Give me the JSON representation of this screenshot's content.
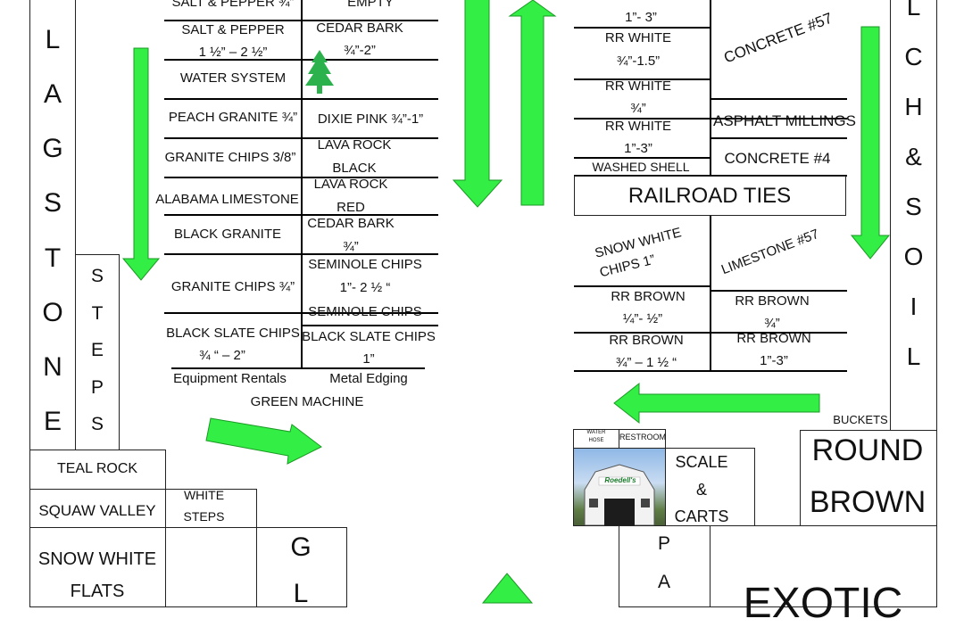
{
  "colors": {
    "arrow_fill": "#33ee44",
    "arrow_stroke": "#1a9a24",
    "tree": "#2bb24c"
  },
  "left_bins": {
    "r0_left": "SALT & PEPPER ¾”",
    "r0_right": "EMPTY",
    "r1_left_a": "SALT & PEPPER",
    "r1_left_b": "1 ½” – 2 ½”",
    "r1_right_a": "CEDAR BARK",
    "r1_right_b": "¾”-2”",
    "r2_left": "WATER SYSTEM",
    "r2_right_icon": "pine-tree-icon",
    "r3_left": "PEACH GRANITE ¾”",
    "r3_right": "DIXIE PINK ¾”-1”",
    "r4_left": "GRANITE CHIPS 3/8”",
    "r4_right_a": "LAVA ROCK",
    "r4_right_b": "BLACK",
    "r5_left": "ALABAMA LIMESTONE",
    "r5_right_a": "LAVA ROCK",
    "r5_right_b": "RED",
    "r6_left": "BLACK GRANITE",
    "r6_right_a": "CEDAR BARK",
    "r6_right_b": "¾”",
    "r7_left": "GRANITE CHIPS ¾”",
    "r7_right_a": "SEMINOLE CHIPS",
    "r7_right_b": "1”- 2 ½ “",
    "r8_right": "SEMINOLE CHIPS",
    "r9_left_a": "BLACK SLATE CHIPS",
    "r9_left_b": "¾ “ – 2”",
    "r9_right_a": "BLACK SLATE CHIPS",
    "r9_right_b": "1”",
    "equipment_rentals": "Equipment Rentals",
    "metal_edging": "Metal Edging",
    "green_machine": "GREEN MACHINE"
  },
  "flagstone_letters": [
    "L",
    "A",
    "G",
    "S",
    "T",
    "O",
    "N",
    "E"
  ],
  "steps_letters": [
    "S",
    "T",
    "E",
    "P",
    "S"
  ],
  "bottom_left": {
    "teal_rock": "TEAL ROCK",
    "squaw_valley": "SQUAW VALLEY",
    "white_steps_a": "WHITE",
    "white_steps_b": "STEPS",
    "snow_white_flats_a": "SNOW WHITE",
    "snow_white_flats_b": "FLATS",
    "g_letters": [
      "G",
      "L"
    ]
  },
  "right_bins": {
    "top_partial": "1”- 3”",
    "rr_white_1_a": "RR WHITE",
    "rr_white_1_b": "¾”-1.5”",
    "rr_white_2_a": "RR WHITE",
    "rr_white_2_b": "¾”",
    "rr_white_3_a": "RR WHITE",
    "rr_white_3_b": "1”-3”",
    "washed_shell": "WASHED SHELL",
    "concrete_57": "CONCRETE #57",
    "asphalt_millings": "ASPHALT MILLINGS",
    "concrete_4": "CONCRETE #4",
    "railroad_ties": "RAILROAD TIES",
    "snow_white_chips_a": "SNOW WHITE",
    "snow_white_chips_b": "CHIPS 1”",
    "limestone_57": "LIMESTONE #57",
    "rr_brown_1_a": "RR BROWN",
    "rr_brown_1_b": "¼”- ½”",
    "rr_brown_2_a": "RR BROWN",
    "rr_brown_2_b": "¾”",
    "rr_brown_3_a": "RR BROWN",
    "rr_brown_3_b": "¾” – 1 ½ “",
    "rr_brown_4_a": "RR BROWN",
    "rr_brown_4_b": "1”-3”"
  },
  "mulch_letters": [
    "L",
    "C",
    "H",
    "&",
    "S",
    "O",
    "I",
    "L"
  ],
  "bottom_right": {
    "buckets": "BUCKETS",
    "round_brown_a": "ROUND",
    "round_brown_b": "BROWN",
    "water_hose_a": "WATER",
    "water_hose_b": "HOSE",
    "restroom": "RESTROOM",
    "building_sign": "Roedell's",
    "scale_a": "SCALE",
    "scale_b": "&",
    "scale_c": "CARTS",
    "pa_letters": [
      "P",
      "A"
    ],
    "exotic": "EXOTIC"
  }
}
